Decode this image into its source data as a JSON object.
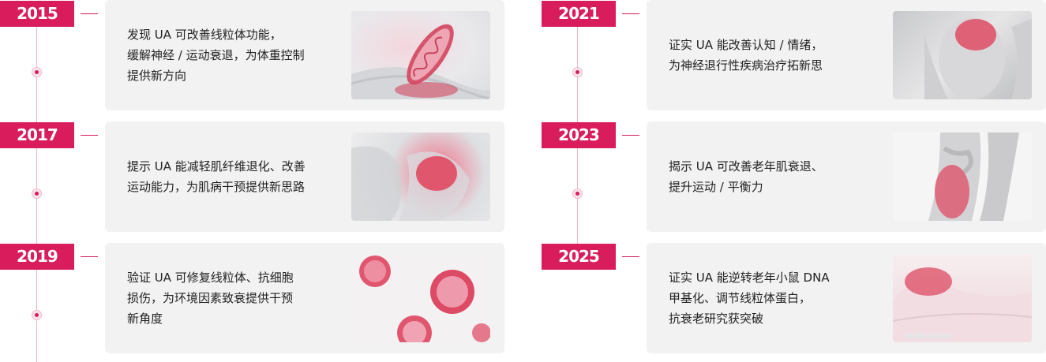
{
  "accent": "#d91c5c",
  "timeline": [
    {
      "year": "2015",
      "lines": [
        "发现 UA 可改善线粒体功能，",
        "缓解神经 / 运动衰退，为体重控制",
        "提供新方向"
      ],
      "image": "mitochondria-image"
    },
    {
      "year": "2017",
      "lines": [
        "提示 UA 能减轻肌纤维退化、改善",
        "运动能力，为肌病干预提供新思路"
      ],
      "image": "shoulder-muscle-image"
    },
    {
      "year": "2019",
      "lines": [
        "验证 UA 可修复线粒体、抗细胞",
        "损伤，为环境因素致衰提供干预",
        "新角度"
      ],
      "image": "virus-cells-image"
    },
    {
      "year": "2021",
      "lines": [
        "证实 UA 能改善认知 / 情绪，",
        "为神经退行性疾病治疗拓新思"
      ],
      "image": "head-pain-image"
    },
    {
      "year": "2023",
      "lines": [
        "揭示 UA 可改善老年肌衰退、",
        "提升运动 / 平衡力"
      ],
      "image": "leg-muscle-image"
    },
    {
      "year": "2025",
      "lines": [
        "证实 UA 能逆转老年小鼠 DNA",
        "甲基化、调节线粒体蛋白，",
        "抗衰老研究获突破"
      ],
      "image": "skin-cells-image"
    }
  ]
}
